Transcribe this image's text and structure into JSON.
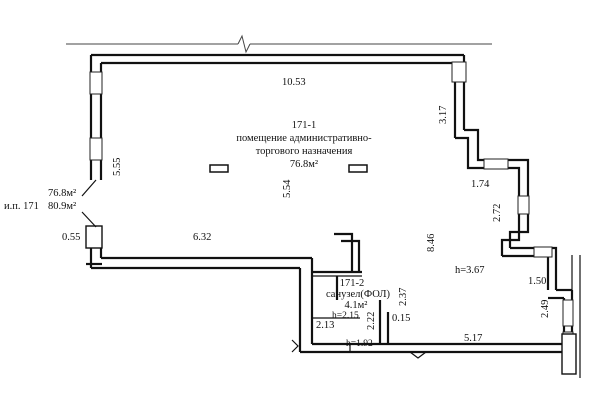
{
  "rooms": {
    "main": {
      "number": "171-1",
      "line1": "помещение административно-",
      "line2": "торгового назначения",
      "area": "76.8м²"
    },
    "wc": {
      "number": "171-2",
      "name": "санузел(ФОЛ)",
      "area": "4.1м²"
    }
  },
  "summary": {
    "label": "и.п. 171",
    "area_main": "76.8м²",
    "area_total": "80.9м²"
  },
  "heights": {
    "main": "h=3.67",
    "wc_top": "h=2.15",
    "wc_bottom": "h=1.92"
  },
  "dimensions": {
    "d_10_53": "10.53",
    "d_3_17": "3.17",
    "d_5_55": "5.55",
    "d_5_54": "5.54",
    "d_1_74": "1.74",
    "d_2_72": "2.72",
    "d_8_46": "8.46",
    "d_0_55": "0.55",
    "d_6_32": "6.32",
    "d_1_50": "1.50",
    "d_2_49": "2.49",
    "d_2_37": "2.37",
    "d_2_22": "2.22",
    "d_0_15": "0.15",
    "d_2_13": "2.13",
    "d_5_17": "5.17"
  }
}
